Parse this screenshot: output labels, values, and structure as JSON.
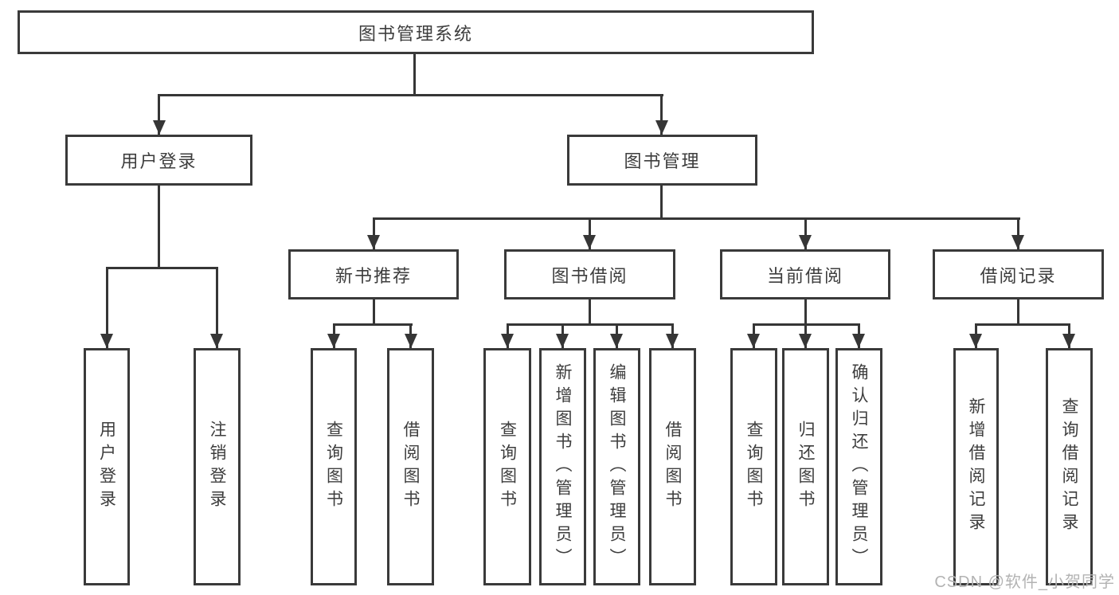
{
  "watermark": "CSDN @软件_小贺同学",
  "colors": {
    "line": "#363636",
    "box_border": "#3a3a3a",
    "text": "#3d3d3d",
    "watermark": "#b3b3b3",
    "background": "#ffffff"
  },
  "tree": {
    "label": "图书管理系统",
    "children": [
      {
        "label": "用户登录",
        "children": [
          {
            "label": "用户登录"
          },
          {
            "label": "注销登录"
          }
        ]
      },
      {
        "label": "图书管理",
        "children": [
          {
            "label": "新书推荐",
            "children": [
              {
                "label": "查询图书"
              },
              {
                "label": "借阅图书"
              }
            ]
          },
          {
            "label": "图书借阅",
            "children": [
              {
                "label": "查询图书"
              },
              {
                "label": "新增图书（管理员）"
              },
              {
                "label": "编辑图书（管理员）"
              },
              {
                "label": "借阅图书"
              }
            ]
          },
          {
            "label": "当前借阅",
            "children": [
              {
                "label": "查询图书"
              },
              {
                "label": "归还图书"
              },
              {
                "label": "确认归还（管理员）"
              }
            ]
          },
          {
            "label": "借阅记录",
            "children": [
              {
                "label": "新增借阅记录"
              },
              {
                "label": "查询借阅记录"
              }
            ]
          }
        ]
      }
    ]
  }
}
